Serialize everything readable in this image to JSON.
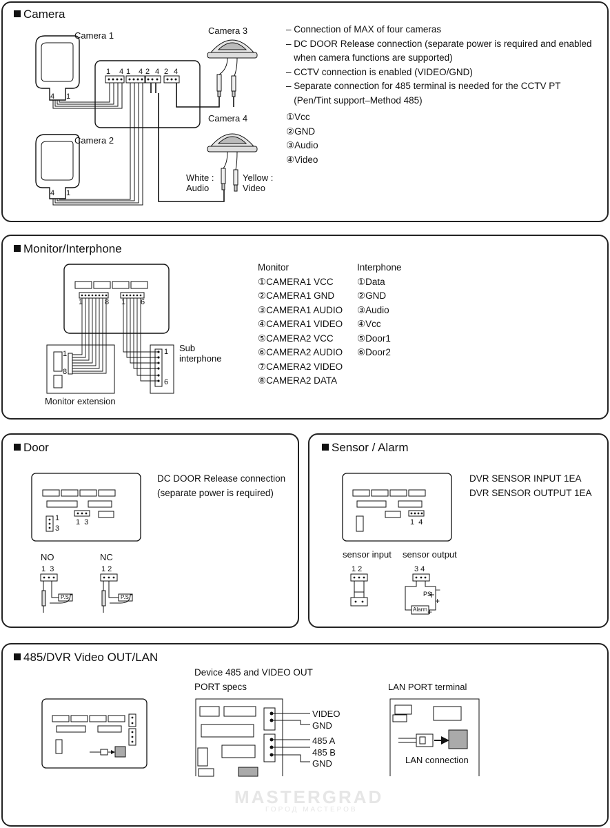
{
  "camera": {
    "title": "Camera",
    "labels": {
      "camera1": "Camera 1",
      "camera2": "Camera 2",
      "camera3": "Camera 3",
      "camera4": "Camera 4",
      "white_line1": "White :",
      "white_line2": "Audio",
      "yellow_line1": "Yellow :",
      "yellow_line2": "Video",
      "p1": "1",
      "p4": "4"
    },
    "notes": [
      "– Connection of MAX of four cameras",
      "– DC DOOR Release connection (separate power is required and enabled",
      "   when camera functions are supported)",
      "– CCTV connection is enabled (VIDEO/GND)",
      "– Separate connection for 485 terminal is needed for the CCTV PT",
      "   (Pen/Tint support–Method 485)"
    ],
    "pins": [
      "①Vcc",
      "②GND",
      "③Audio",
      "④Video"
    ]
  },
  "monitor": {
    "title": "Monitor/Interphone",
    "monitor_header": "Monitor",
    "monitor_pins": [
      "①CAMERA1 VCC",
      "②CAMERA1 GND",
      "③CAMERA1 AUDIO",
      "④CAMERA1 VIDEO",
      "⑤CAMERA2 VCC",
      "⑥CAMERA2 AUDIO",
      "⑦CAMERA2 VIDEO",
      "⑧CAMERA2 DATA"
    ],
    "interphone_header": "Interphone",
    "interphone_pins": [
      "①Data",
      "②GND",
      "③Audio",
      "④Vcc",
      "⑤Door1",
      "⑥Door2"
    ],
    "labels": {
      "monitor_extension": "Monitor extension",
      "sub_line1": "Sub",
      "sub_line2": "interphone",
      "p1": "1",
      "p8": "8",
      "p6": "6"
    }
  },
  "door": {
    "title": "Door",
    "desc": [
      "DC DOOR Release connection",
      "(separate power is required)"
    ],
    "labels": {
      "no": "NO",
      "nc": "NC",
      "pins_13": "1  3",
      "pins_12": "1 2",
      "ps": "P.S",
      "p1": "1",
      "p3": "3"
    }
  },
  "sensor": {
    "title": "Sensor / Alarm",
    "desc": [
      "DVR SENSOR INPUT 1EA",
      "DVR SENSOR OUTPUT 1EA"
    ],
    "labels": {
      "sensor_input": "sensor input",
      "sensor_output": "sensor output",
      "pins_12": "1 2",
      "pins_34": "3 4",
      "pins_14": "1  4",
      "ps": "PS",
      "alarm": "Alarm"
    }
  },
  "dvr": {
    "title": "485/DVR Video OUT/LAN",
    "spec_title": [
      "Device 485 and VIDEO OUT",
      "PORT specs"
    ],
    "port_labels": [
      "VIDEO",
      "GND",
      "485 A",
      "485 B",
      "GND"
    ],
    "lan_title": "LAN PORT terminal",
    "lan_caption": "LAN connection"
  },
  "watermark": {
    "main": "MASTERGRAD",
    "sub": "ГОРОД МАСТЕРОВ"
  }
}
